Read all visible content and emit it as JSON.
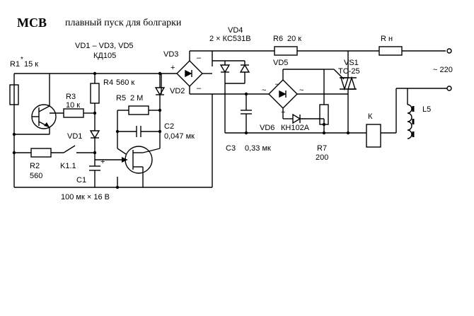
{
  "header": {
    "code": "МСВ",
    "subtitle": "плавный пуск для болгарки"
  },
  "labels": {
    "r1": "R1",
    "r1_star": "*",
    "r1_val": "15 к",
    "diodes_note": "VD1 – VD3, VD5",
    "diodes_type": "КД105",
    "vd3": "VD3",
    "vd2": "VD2",
    "vd4": "VD4",
    "vd4_val": "2 × КС531В",
    "r6": "R6",
    "r6_val": "20 к",
    "rn": "R н",
    "vs1": "VS1",
    "vs1_val": "ТС-25",
    "ac": "~ 220",
    "r4": "R4",
    "r4_val": "560 к",
    "r3": "R3",
    "r3_val": "10 к",
    "r5": "R5",
    "r5_val": "2 М",
    "c2": "C2",
    "c2_val": "0,047 мк",
    "vd1": "VD1",
    "r2": "R2",
    "r2_val": "560",
    "k11": "K1.1",
    "c1": "C1",
    "c1_val": "100 мк × 16 В",
    "vd5": "VD5",
    "vd6": "VD6",
    "vd6_val": "КН102А",
    "c3": "C3",
    "c3_val": "0,33 мк",
    "r7": "R7",
    "r7_val": "200",
    "k": "К",
    "l5": "L5",
    "plus": "+",
    "minus": "–",
    "tilde": "~"
  }
}
